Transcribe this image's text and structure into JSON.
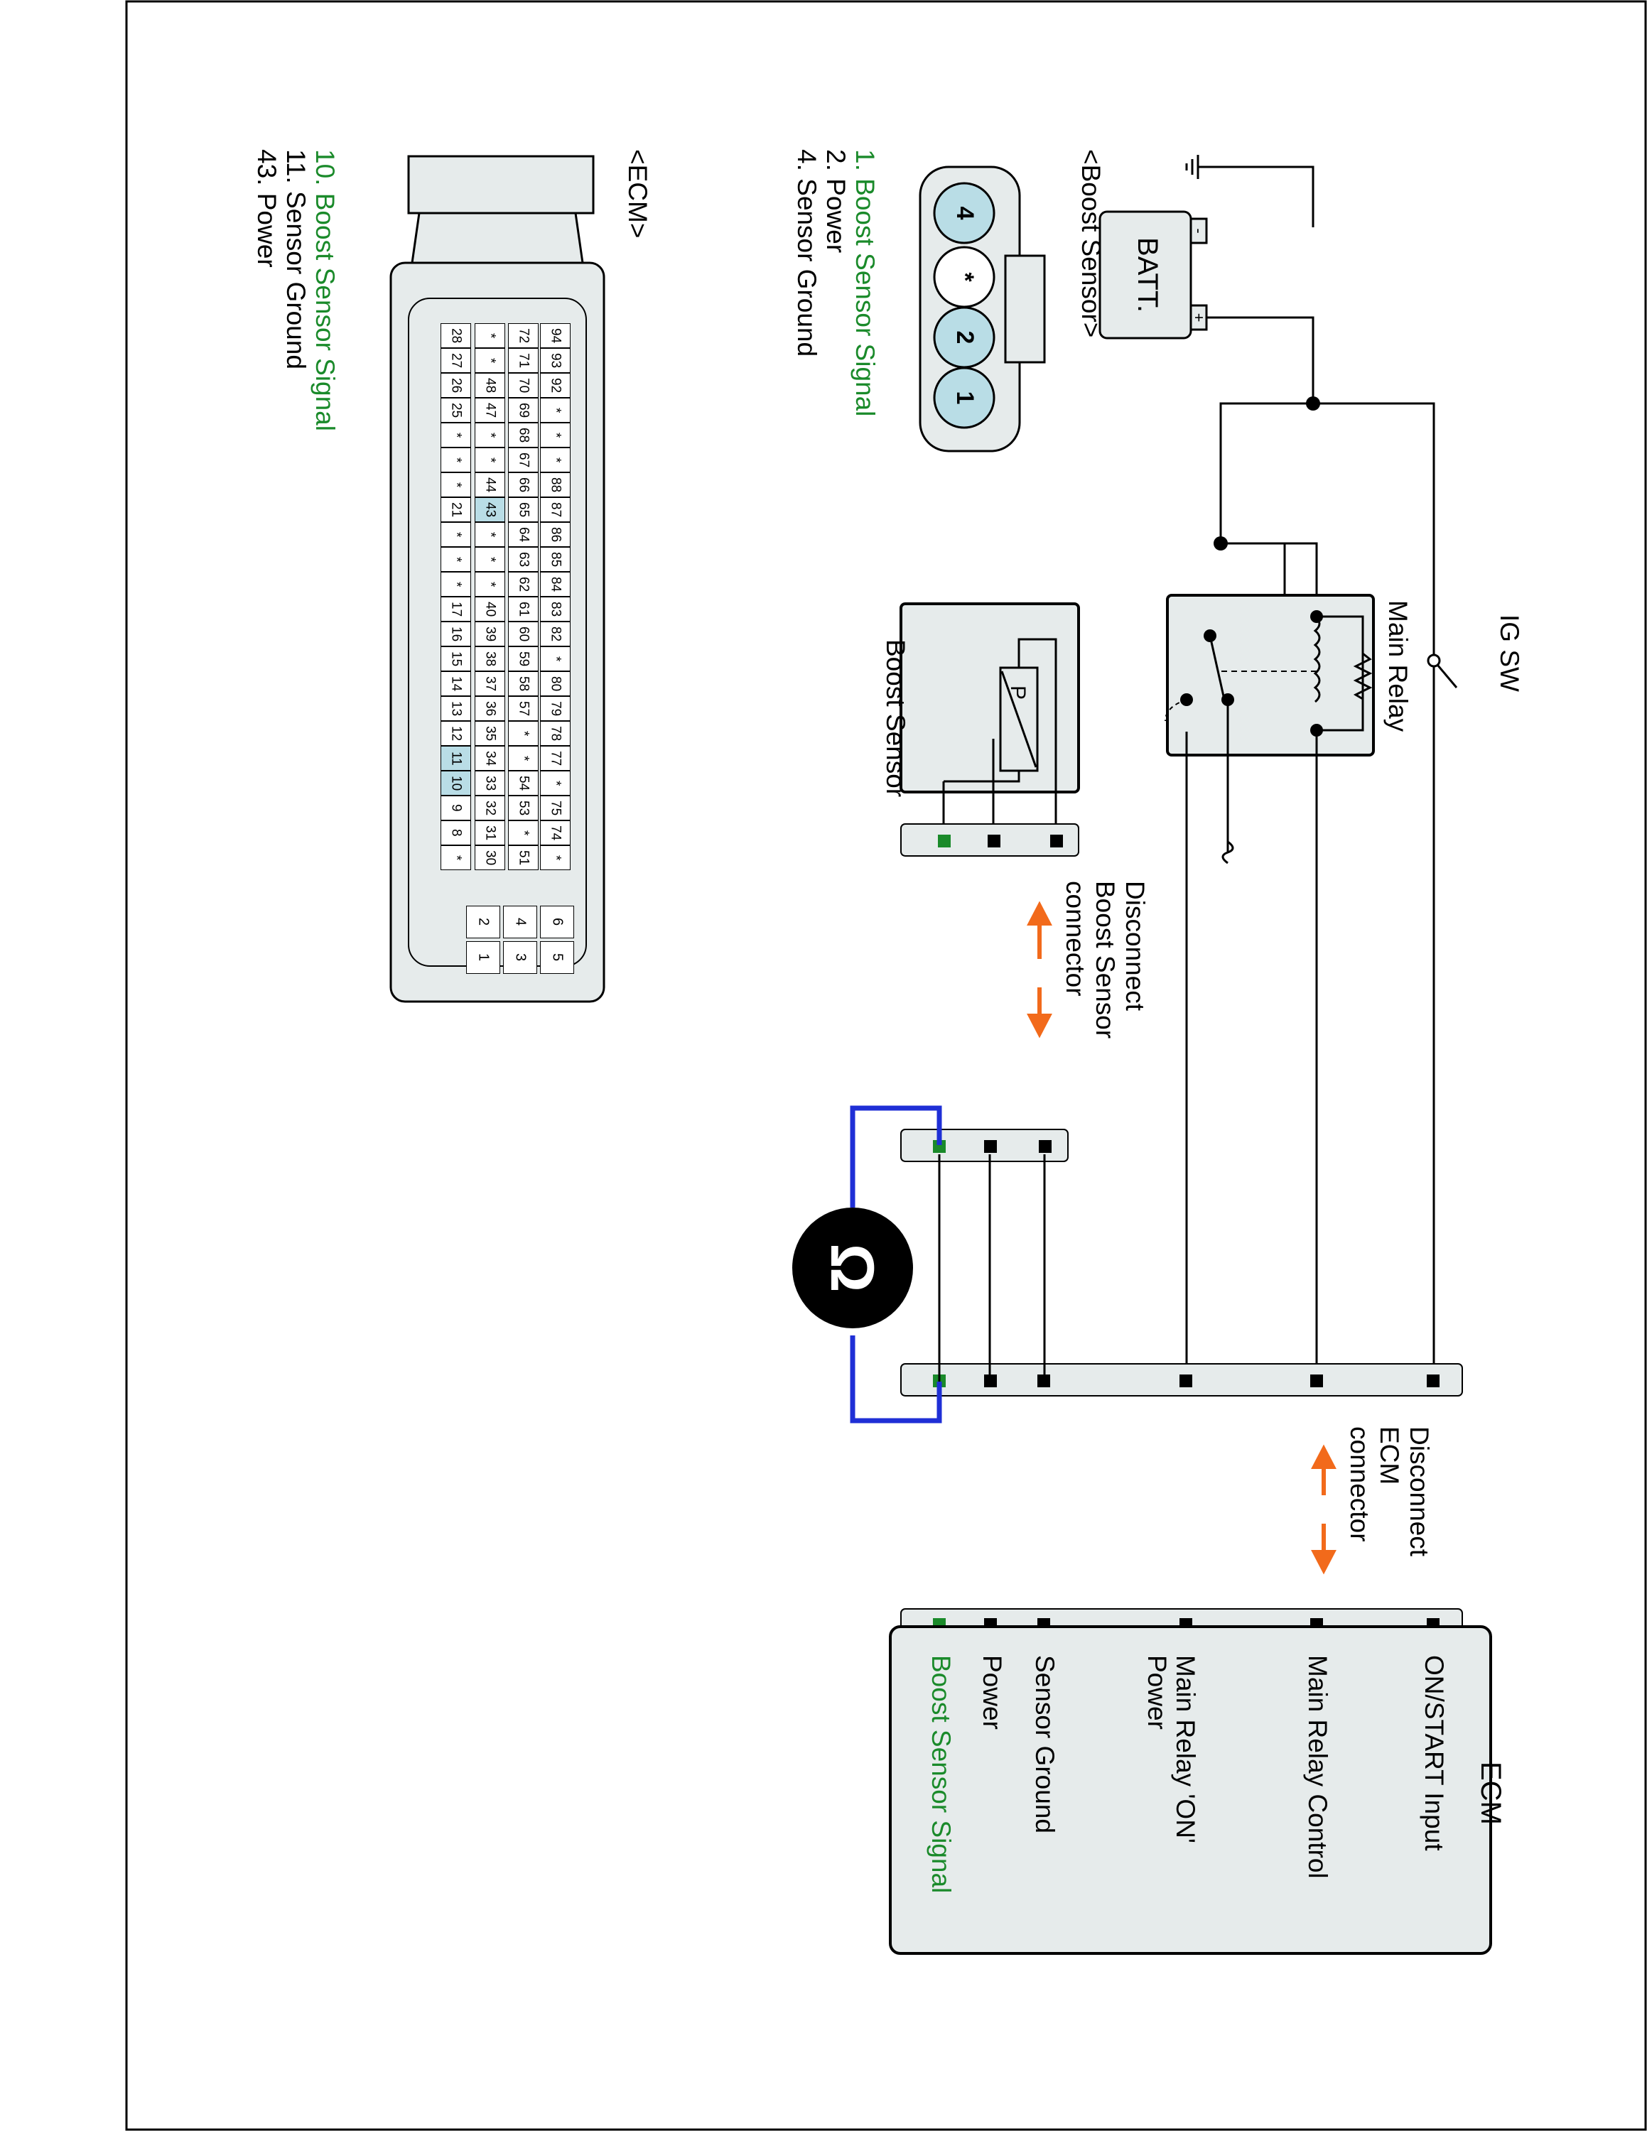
{
  "battery": {
    "label": "BATT.",
    "minus": "-",
    "plus": "+"
  },
  "ig_sw": {
    "label": "IG SW"
  },
  "main_relay": {
    "label": "Main Relay"
  },
  "boost_sensor_box": {
    "label": "Boost Sensor",
    "p_symbol": "P"
  },
  "boost_connector_view": {
    "title": "<Boost Sensor>",
    "pins": [
      "4",
      "*",
      "2",
      "1"
    ],
    "pin_list": [
      {
        "text": "1. Boost Sensor Signal",
        "highlight": true
      },
      {
        "text": "2. Power",
        "highlight": false
      },
      {
        "text": "4. Sensor Ground",
        "highlight": false
      }
    ]
  },
  "ecm_connector_view": {
    "title": "<ECM>",
    "grid_rows": [
      [
        "94",
        "93",
        "92",
        "*",
        "*",
        "*",
        "88",
        "87",
        "86",
        "85",
        "84",
        "83",
        "82",
        "*",
        "80",
        "79",
        "78",
        "77",
        "*",
        "75",
        "74",
        "*"
      ],
      [
        "72",
        "71",
        "70",
        "69",
        "68",
        "67",
        "66",
        "65",
        "64",
        "63",
        "62",
        "61",
        "60",
        "59",
        "58",
        "57",
        "*",
        "*",
        "54",
        "53",
        "*",
        "51"
      ],
      [
        "*",
        "*",
        "48",
        "47",
        "*",
        "*",
        "44",
        "43",
        "*",
        "*",
        "*",
        "40",
        "39",
        "38",
        "37",
        "36",
        "35",
        "34",
        "33",
        "32",
        "31",
        "30"
      ],
      [
        "28",
        "27",
        "26",
        "25",
        "*",
        "*",
        "*",
        "21",
        "*",
        "*",
        "*",
        "17",
        "16",
        "15",
        "14",
        "13",
        "12",
        "11",
        "10",
        "9",
        "8",
        "*"
      ]
    ],
    "highlighted_pins": [
      "43",
      "11",
      "10"
    ],
    "power_pins": [
      [
        "6",
        "5"
      ],
      [
        "4",
        "3"
      ],
      [
        "2",
        "1"
      ]
    ],
    "pin_list": [
      {
        "text": "10. Boost Sensor Signal",
        "highlight": true
      },
      {
        "text": "11. Sensor Ground",
        "highlight": false
      },
      {
        "text": "43. Power",
        "highlight": false
      }
    ]
  },
  "disconnect_boost": {
    "line1": "Disconnect",
    "line2": "Boost Sensor",
    "line3": "connector"
  },
  "disconnect_ecm": {
    "line1": "Disconnect",
    "line2": "ECM",
    "line3": "connector"
  },
  "meter": {
    "symbol": "Ω"
  },
  "ecm_block": {
    "title": "ECM",
    "pins": [
      {
        "label": "ON/START Input",
        "highlight": false
      },
      {
        "label": "Main Relay Control",
        "highlight": false
      },
      {
        "label": "Main Relay 'ON'\nPower",
        "highlight": false
      },
      {
        "label": "Sensor Ground",
        "highlight": false
      },
      {
        "label": "Power",
        "highlight": false
      },
      {
        "label": "Boost Sensor Signal",
        "highlight": true
      }
    ]
  },
  "colors": {
    "highlight_text": "#1a8a2a",
    "meter_wire": "#1f2fd6",
    "arrow": "#f26a1b",
    "connector_fill": "#e6ebeb",
    "pin_highlight": "#b9dde6"
  }
}
